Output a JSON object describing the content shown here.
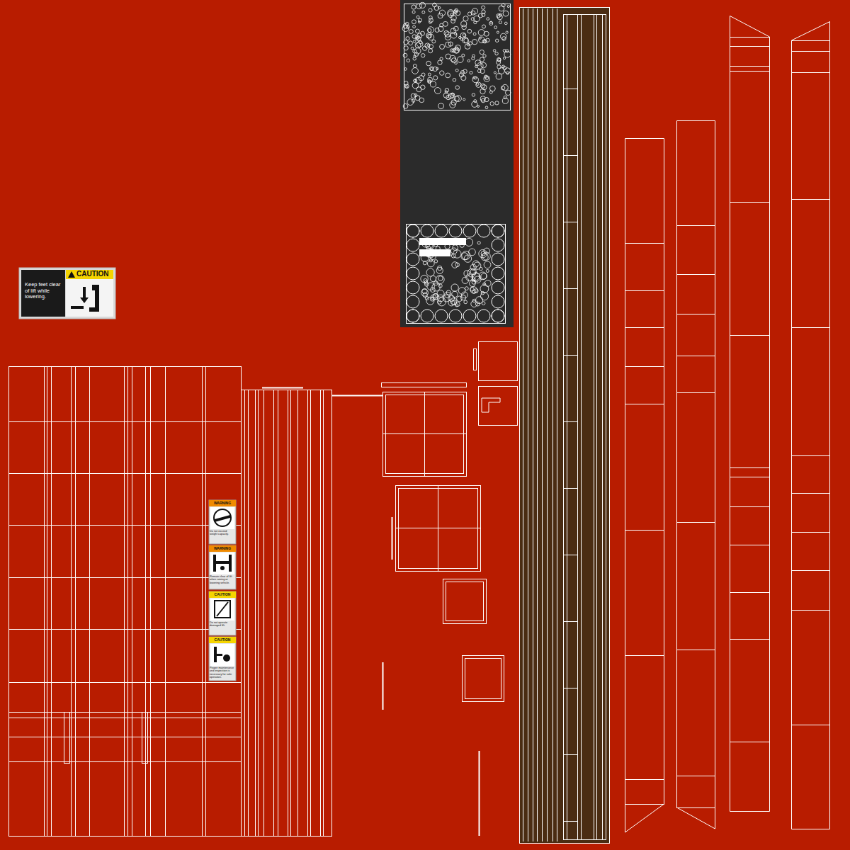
{
  "diagram": {
    "nodes": [
      {
        "text": [
          "CAUTION",
          "Keep feet clear of lift while lowering."
        ]
      },
      {
        "text": [
          "WARNING",
          "Do not exceed weight capacity."
        ]
      },
      {
        "text": [
          "WARNING",
          "Remain clear of lift when raising or lowering vehicle."
        ]
      },
      {
        "text": [
          "CAUTION",
          "Do not operate damaged lift."
        ]
      },
      {
        "text": [
          "CAUTION",
          "Proper maintenance and inspection is necessary for safe operation."
        ]
      }
    ]
  }
}
